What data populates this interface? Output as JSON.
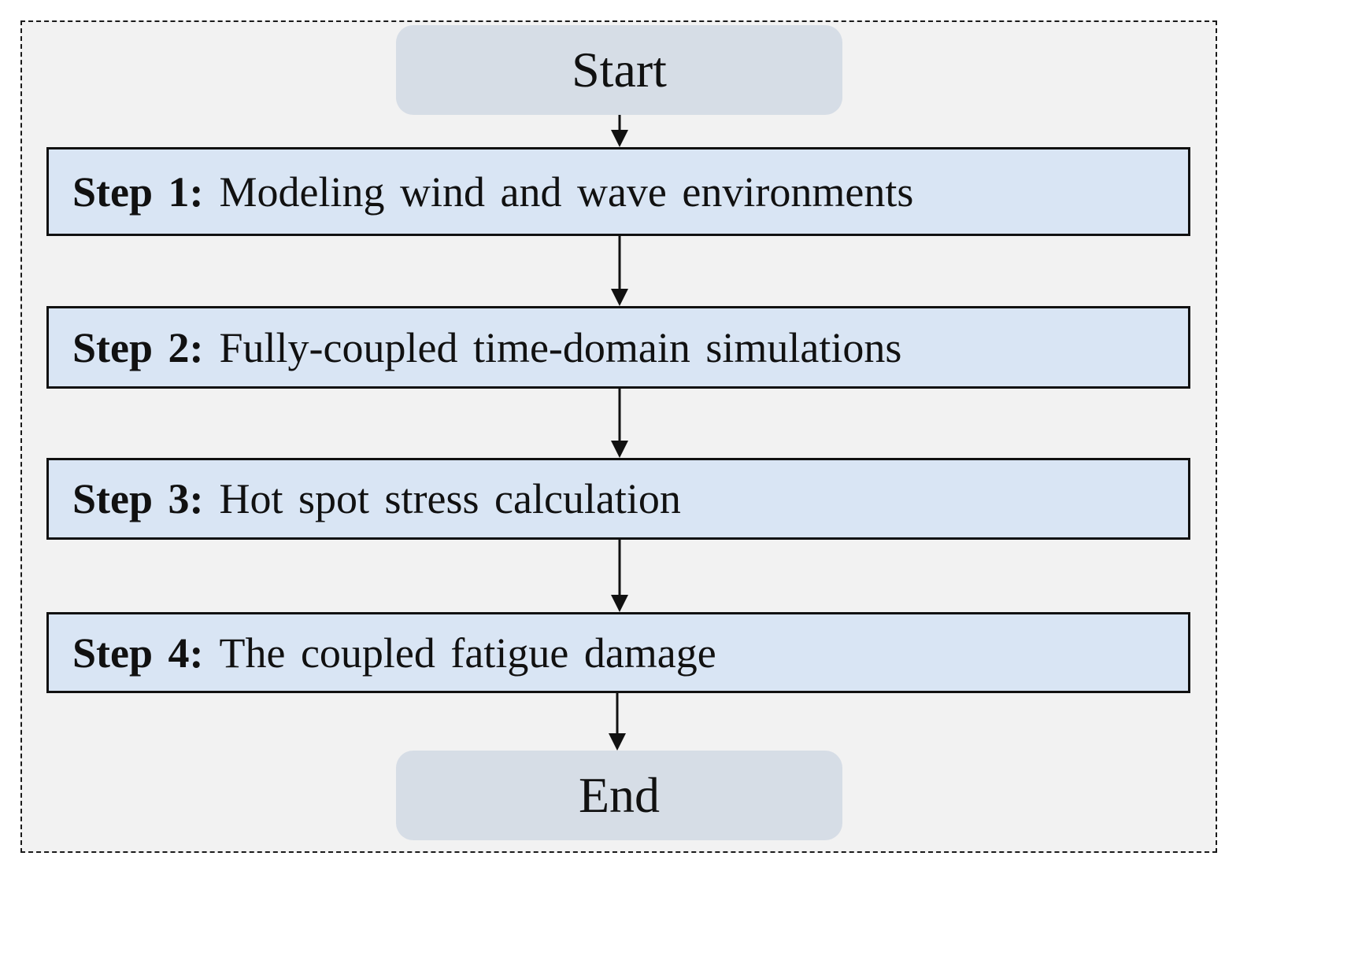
{
  "flowchart": {
    "start_label": "Start",
    "end_label": "End",
    "steps": [
      {
        "number": "Step 1:",
        "text": "Modeling wind and wave environments"
      },
      {
        "number": "Step 2:",
        "text": "Fully-coupled time-domain simulations"
      },
      {
        "number": "Step 3:",
        "text": "Hot spot stress calculation"
      },
      {
        "number": "Step 4:",
        "text": "The coupled fatigue damage"
      }
    ]
  },
  "colors": {
    "frame_background": "#f2f2f2",
    "terminal_fill": "#d6dde6",
    "step_fill": "#d9e5f4",
    "stroke": "#111111"
  }
}
